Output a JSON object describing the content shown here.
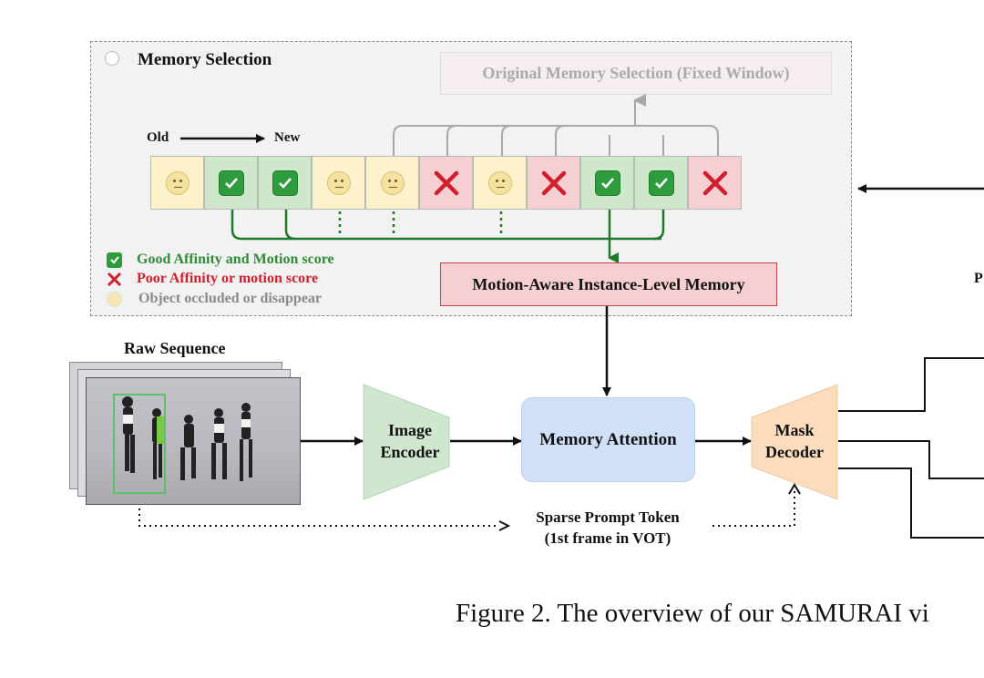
{
  "memory_selection": {
    "title": "Memory Selection",
    "original_label": "Original Memory Selection (Fixed Window)",
    "old_label": "Old",
    "new_label": "New",
    "frames": [
      "occluded",
      "good",
      "good",
      "occluded",
      "occluded",
      "poor",
      "occluded",
      "poor",
      "good",
      "good",
      "poor"
    ],
    "motion_memory_label": "Motion-Aware Instance-Level Memory"
  },
  "legend": {
    "good": "Good Affinity and Motion score",
    "poor": "Poor Affinity or motion score",
    "occluded": "Object occluded or disappear"
  },
  "pipeline": {
    "raw_sequence": "Raw Sequence",
    "image_encoder_line1": "Image",
    "image_encoder_line2": "Encoder",
    "memory_attention": "Memory Attention",
    "mask_decoder_line1": "Mask",
    "mask_decoder_line2": "Decoder",
    "prompt_line1": "Sparse Prompt Token",
    "prompt_line2": "(1st frame in VOT)",
    "cut_off_letter": "P"
  },
  "caption": "Figure 2. The overview of our SAMURAI vi",
  "colors": {
    "good_green": "#2e9b3d",
    "poor_red": "#d11f2d",
    "occluded_gray": "#8a8a8a",
    "encoder_fill": "#cfe6cf",
    "attention_fill": "#cfe0f7",
    "decoder_fill": "#fbdcbc",
    "memory_box_fill": "#f6cfd3"
  }
}
